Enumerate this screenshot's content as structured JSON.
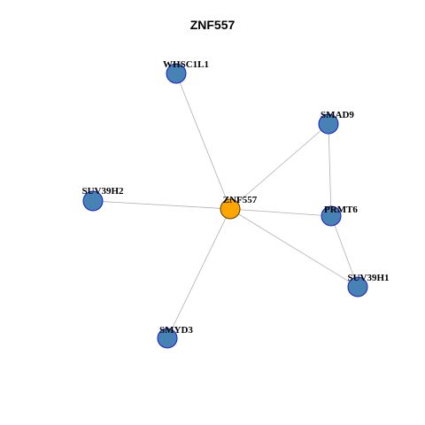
{
  "title": "ZNF557",
  "colors": {
    "hub_fill": "#FFA500",
    "hub_stroke": "#5a3a00",
    "node_fill": "#4682B4",
    "node_stroke": "#1a1acd",
    "edge": "#b0b0b0"
  },
  "nodes": [
    {
      "id": "ZNF557",
      "label": "ZNF557",
      "hub": true
    },
    {
      "id": "WHSC1L1",
      "label": "WHSC1L1",
      "hub": false
    },
    {
      "id": "SMAD9",
      "label": "SMAD9",
      "hub": false
    },
    {
      "id": "SUV39H2",
      "label": "SUV39H2",
      "hub": false
    },
    {
      "id": "PRMT6",
      "label": "PRMT6",
      "hub": false
    },
    {
      "id": "SUV39H1",
      "label": "SUV39H1",
      "hub": false
    },
    {
      "id": "SMYD3",
      "label": "SMYD3",
      "hub": false
    }
  ],
  "edges": [
    [
      "ZNF557",
      "WHSC1L1"
    ],
    [
      "ZNF557",
      "SMAD9"
    ],
    [
      "ZNF557",
      "SUV39H2"
    ],
    [
      "ZNF557",
      "PRMT6"
    ],
    [
      "ZNF557",
      "SUV39H1"
    ],
    [
      "ZNF557",
      "SMYD3"
    ],
    [
      "SMAD9",
      "PRMT6"
    ],
    [
      "PRMT6",
      "SUV39H1"
    ]
  ]
}
